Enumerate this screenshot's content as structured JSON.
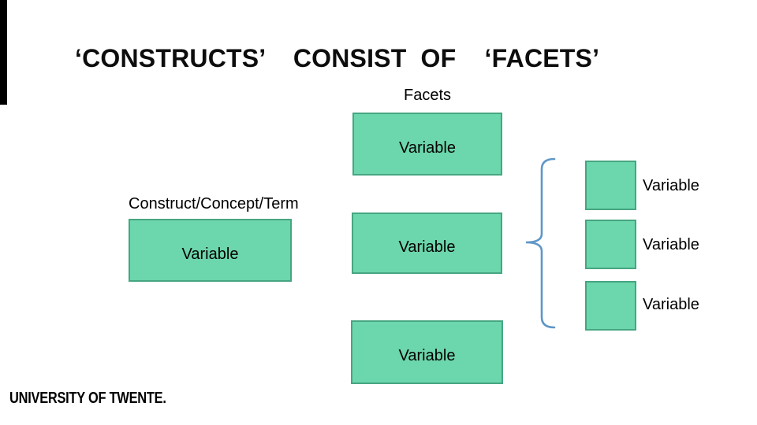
{
  "title": "‘CONSTRUCTS’  CONSIST OF  ‘FACETS’",
  "labels": {
    "facets": "Facets",
    "construct": "Construct/Concept/Term"
  },
  "boxes": {
    "facet_top": "Variable",
    "facet_middle": "Variable",
    "facet_bottom": "Variable",
    "construct": "Variable"
  },
  "right_items": [
    {
      "label": "Variable"
    },
    {
      "label": "Variable"
    },
    {
      "label": "Variable"
    }
  ],
  "footer": {
    "logo": "UNIVERSITY OF TWENTE."
  },
  "colors": {
    "box_fill": "#6CD6AC",
    "box_border": "#46A682",
    "brace": "#6096C8",
    "text": "#000000"
  }
}
